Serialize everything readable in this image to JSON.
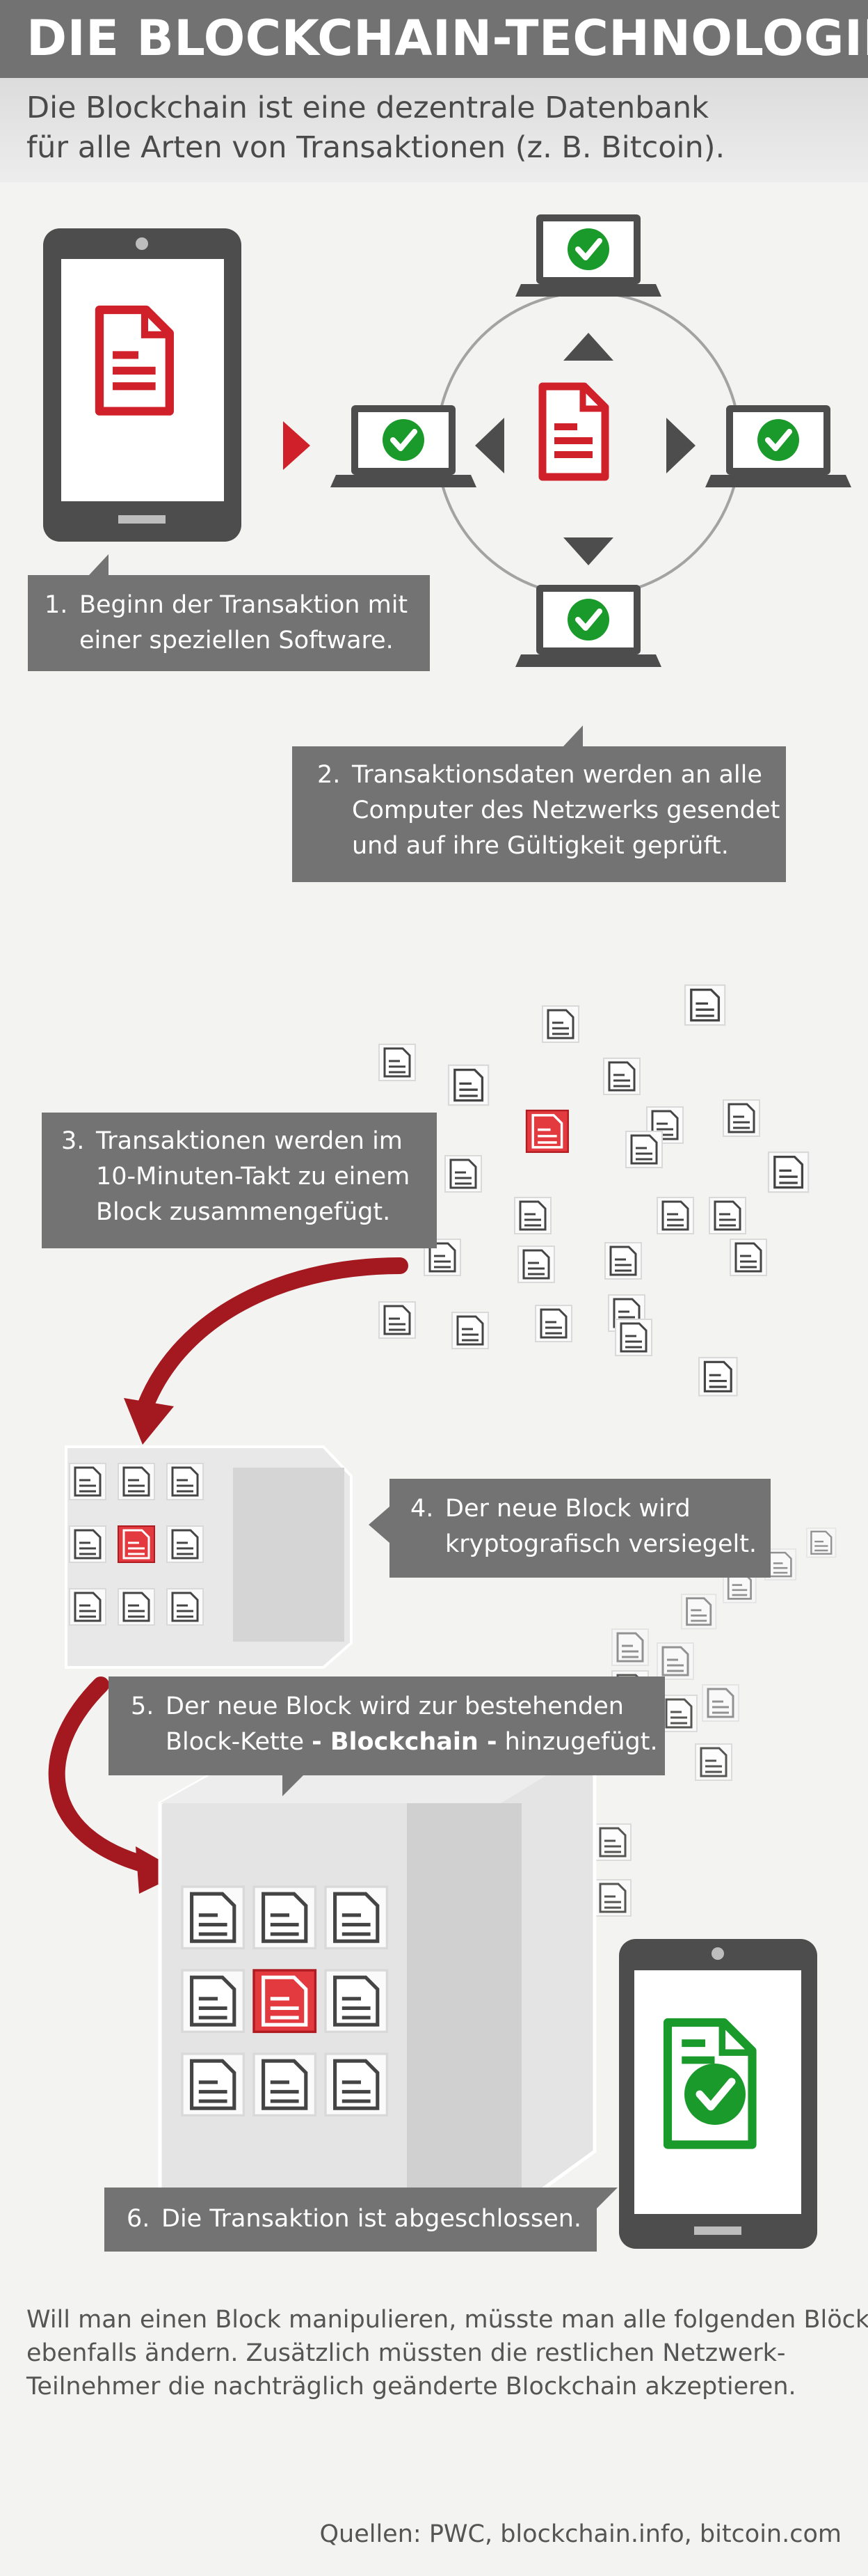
{
  "title": "DIE BLOCKCHAIN-TECHNOLOGIE",
  "subtitle": {
    "line1": "Die Blockchain ist eine dezentrale Datenbank",
    "line2": "für alle Arten von Transaktionen (z. B. Bitcoin)."
  },
  "steps": [
    {
      "num": "1.",
      "lines": [
        "Beginn der Transaktion mit",
        "einer speziellen Software."
      ]
    },
    {
      "num": "2.",
      "lines": [
        "Transaktionsdaten werden an alle",
        "Computer des Netzwerks gesendet",
        "und auf ihre Gültigkeit geprüft."
      ]
    },
    {
      "num": "3.",
      "lines": [
        "Transaktionen werden im",
        "10-Minuten-Takt zu einem",
        "Block zusammengefügt."
      ]
    },
    {
      "num": "4.",
      "lines": [
        "Der neue Block wird",
        "kryptografisch versiegelt."
      ]
    },
    {
      "num": "5.",
      "line1": "Der neue Block wird zur bestehenden",
      "line2_pre": "Block-Kette ",
      "line2_bold": "- Blockchain -",
      "line2_post": " hinzugefügt."
    },
    {
      "num": "6.",
      "lines": [
        "Die Transaktion ist abgeschlossen."
      ]
    }
  ],
  "footer": {
    "line1": "Will man einen Block manipulieren, müsste man alle folgenden Blöcke",
    "line2": "ebenfalls ändern. Zusätzlich müssten die restlichen Netzwerk-",
    "line3": "Teilnehmer die nachträglich geänderte Blockchain akzeptieren."
  },
  "sources": "Quellen: PWC, blockchain.info, bitcoin.com",
  "colors": {
    "accent_red": "#d0202a",
    "check_green": "#1a9a2a",
    "callout_gray": "#737373",
    "device_dark": "#4d4d4d",
    "title_bg": "#727272"
  },
  "icons": {
    "document": "document-icon",
    "check": "checkmark-icon",
    "laptop": "laptop-icon",
    "tablet": "tablet-icon",
    "cube": "document-cube-icon"
  }
}
